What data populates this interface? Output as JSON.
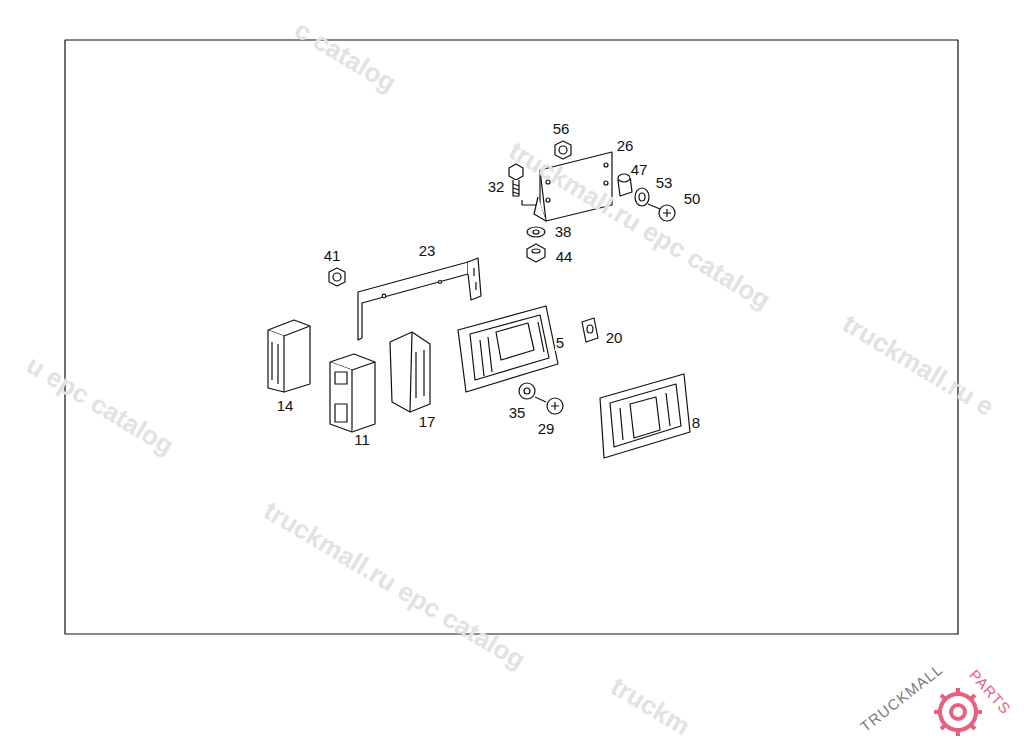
{
  "diagram": {
    "labels": [
      "56",
      "26",
      "32",
      "47",
      "53",
      "50",
      "38",
      "44",
      "41",
      "23",
      "5",
      "20",
      "14",
      "11",
      "17",
      "35",
      "29",
      "8",
      "c catalog",
      "truckmall.ru epc catalog",
      "truckmall.ru e",
      "u epc catalog",
      "truckmall.ru epc catalog",
      "truckm",
      "TRUCKMALL",
      "PARTS"
    ]
  }
}
